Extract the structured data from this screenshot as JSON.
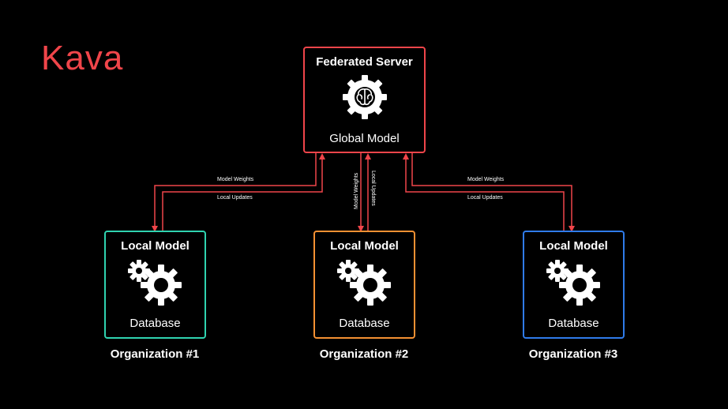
{
  "logo": {
    "text": "Kava"
  },
  "server": {
    "title": "Federated Server",
    "subtitle": "Global Model"
  },
  "organizations": [
    {
      "box_title": "Local Model",
      "box_subtitle": "Database",
      "label": "Organization #1",
      "color": "#2fd3b0"
    },
    {
      "box_title": "Local Model",
      "box_subtitle": "Database",
      "label": "Organization #2",
      "color": "#f39032"
    },
    {
      "box_title": "Local Model",
      "box_subtitle": "Database",
      "label": "Organization #3",
      "color": "#2f7bea"
    }
  ],
  "links": {
    "down": "Model Weights",
    "up": "Local Updates"
  },
  "colors": {
    "accent": "#f0454a",
    "background": "#000000"
  },
  "icons": {
    "server": "brain-gear-icon",
    "local": "gears-icon"
  }
}
